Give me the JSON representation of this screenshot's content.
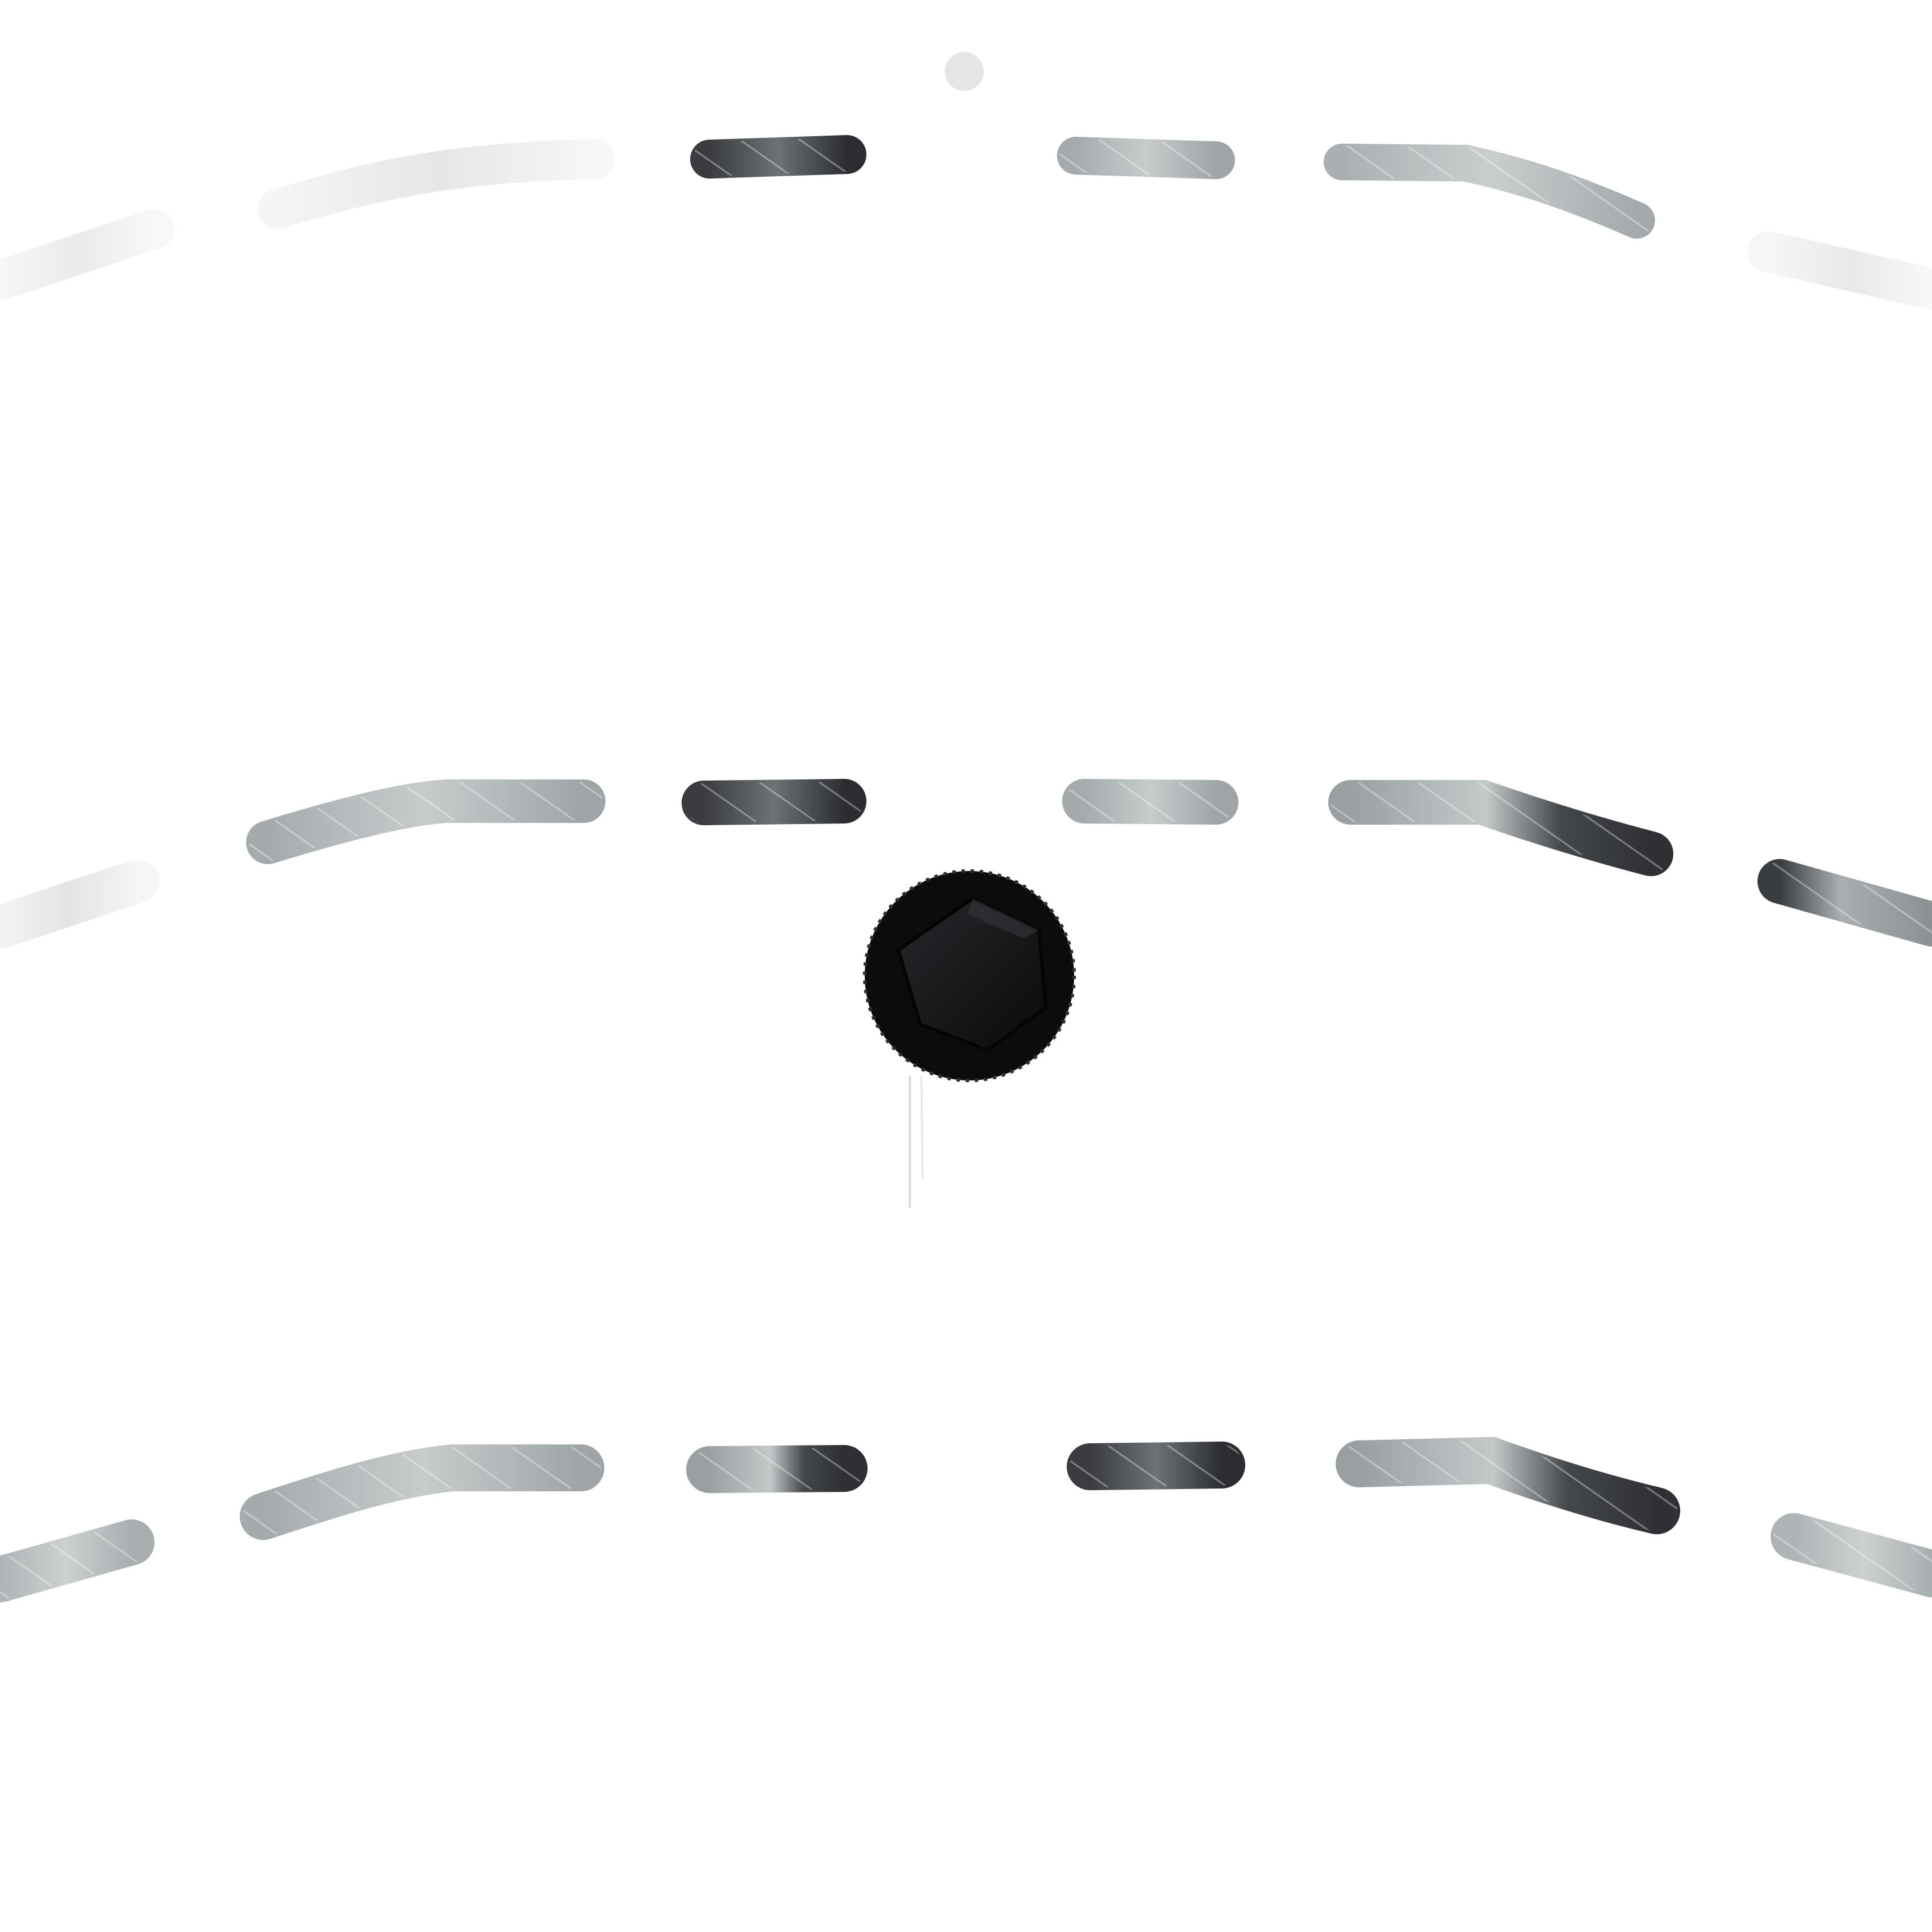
{
  "scene": {
    "subject": "fabric-strip-with-bolt",
    "background_color": "#ffffff",
    "colors": {
      "dark": "#2a2c2f",
      "mid": "#8b9193",
      "light": "#c5cacb",
      "faint": "#e4e6e7",
      "bolt": "#0c0c0c",
      "bolt_head": "#1a1b1d"
    },
    "rows": [
      {
        "name": "top-row",
        "fade": "faint-at-edges"
      },
      {
        "name": "middle-row",
        "fade": "none"
      },
      {
        "name": "bottom-row",
        "fade": "none"
      }
    ],
    "icons": [
      "hex-bolt-icon"
    ]
  }
}
